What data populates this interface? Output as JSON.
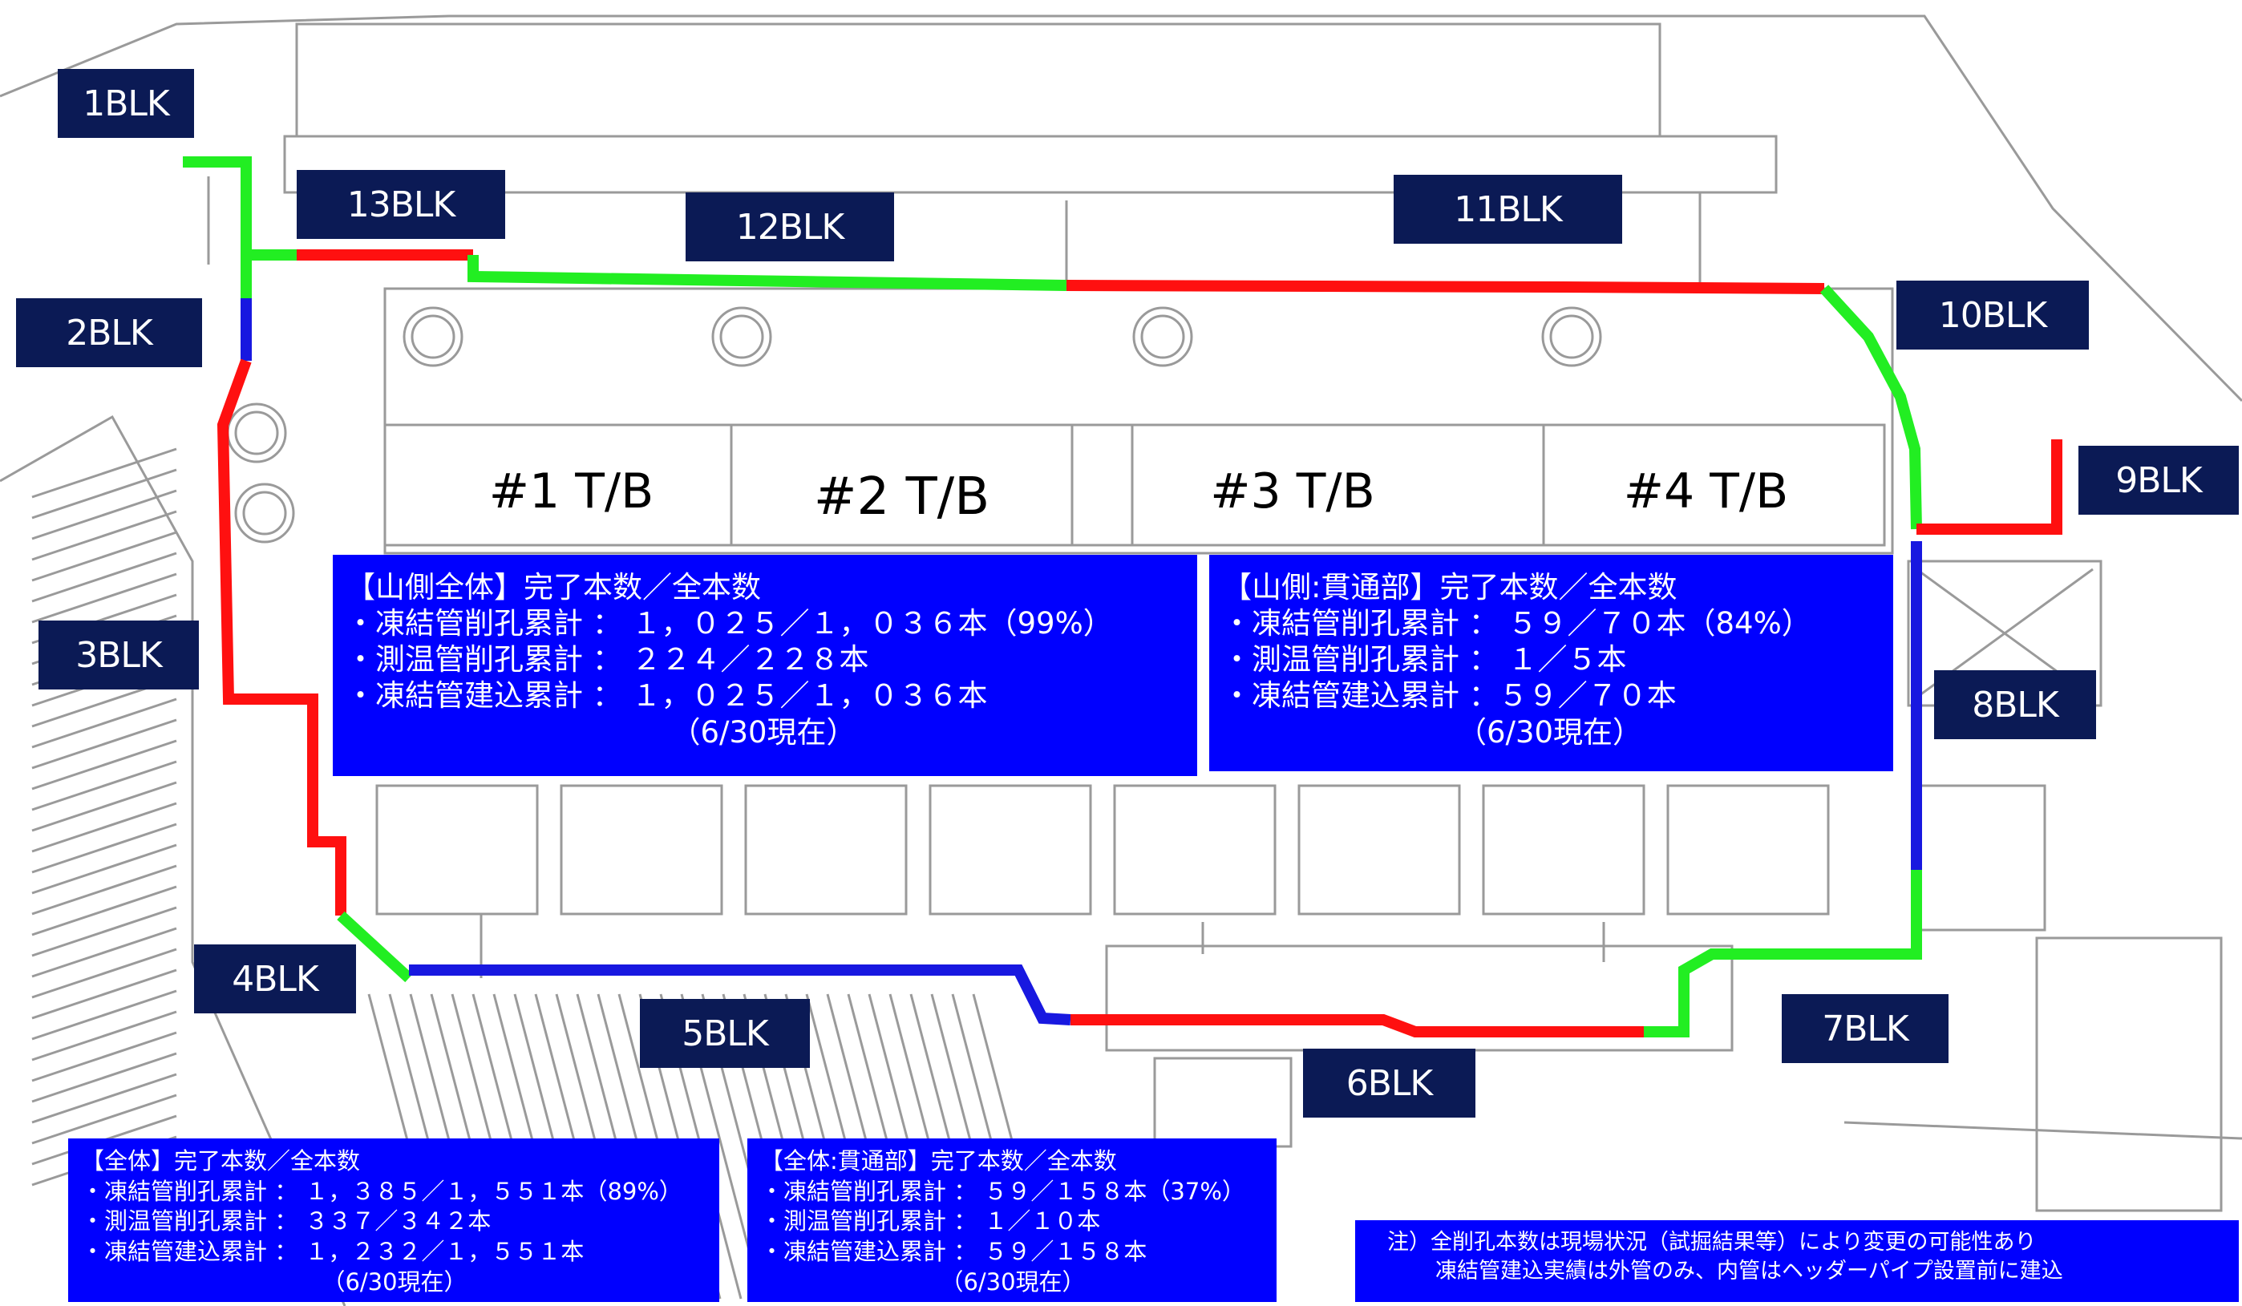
{
  "colors": {
    "background": "#ffffff",
    "plan_lines": "#9a9a9a",
    "label_box": "#0b1a55",
    "panel": "#0000ff",
    "green_segment": "#22ee22",
    "red_segment": "#ff1010",
    "blue_segment": "#1818e0"
  },
  "blocks": [
    {
      "id": "1",
      "label": "1BLK"
    },
    {
      "id": "2",
      "label": "2BLK"
    },
    {
      "id": "3",
      "label": "3BLK"
    },
    {
      "id": "4",
      "label": "4BLK"
    },
    {
      "id": "5",
      "label": "5BLK"
    },
    {
      "id": "6",
      "label": "6BLK"
    },
    {
      "id": "7",
      "label": "7BLK"
    },
    {
      "id": "8",
      "label": "8BLK"
    },
    {
      "id": "9",
      "label": "9BLK"
    },
    {
      "id": "10",
      "label": "10BLK"
    },
    {
      "id": "11",
      "label": "11BLK"
    },
    {
      "id": "12",
      "label": "12BLK"
    },
    {
      "id": "13",
      "label": "13BLK"
    }
  ],
  "turbine_buildings": [
    "#1 T/B",
    "#2 T/B",
    "#3 T/B",
    "#4 T/B"
  ],
  "panels": {
    "mountain_all": {
      "header": "【山側全体】完了本数／全本数",
      "lines": [
        "・凍結管削孔累計 ： １，０２５／１，０３６本（99%）",
        "・測温管削孔累計 ： ２２４／２２８本",
        "・凍結管建込累計 ： １，０２５／１，０３６本"
      ],
      "date": "（6/30現在）"
    },
    "mountain_through": {
      "header": "【山側:貫通部】完了本数／全本数",
      "lines": [
        "・凍結管削孔累計 ： ５９／７０本（84%）",
        "・測温管削孔累計 ： １／５本",
        "・凍結管建込累計 ：５９／７０本"
      ],
      "date": "（6/30現在）"
    },
    "all": {
      "header": "【全体】完了本数／全本数",
      "lines": [
        "・凍結管削孔累計 ： １，３８５／１，５５１本（89%）",
        "・測温管削孔累計 ： ３３７／３４２本",
        "・凍結管建込累計 ： １，２３２／１，５５１本"
      ],
      "date": "（6/30現在）"
    },
    "all_through": {
      "header": "【全体:貫通部】完了本数／全本数",
      "lines": [
        "・凍結管削孔累計 ： ５９／１５８本（37%）",
        "・測温管削孔累計 ： １／１０本",
        "・凍結管建込累計 ： ５９／１５８本"
      ],
      "date": "（6/30現在）"
    }
  },
  "note": {
    "line1": "注）全削孔本数は現場状況（試掘結果等）により変更の可能性あり",
    "line2": "凍結管建込実績は外管のみ、内管はヘッダーパイプ設置前に建込"
  }
}
